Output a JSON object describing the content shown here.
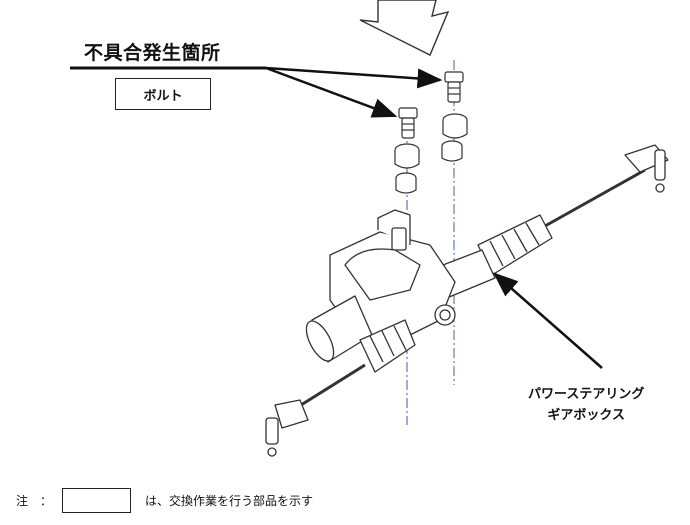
{
  "callout": {
    "title": "不具合発生箇所",
    "part": "ボルト"
  },
  "assembly": {
    "line1": "パワーステアリング",
    "line2": "ギアボックス"
  },
  "note": {
    "prefix": "注",
    "separator": "：",
    "text": "は、交換作業を行う部品を示す"
  },
  "colors": {
    "ink": "#111111",
    "line": "#222222",
    "centerline": "#3a5fa8"
  }
}
